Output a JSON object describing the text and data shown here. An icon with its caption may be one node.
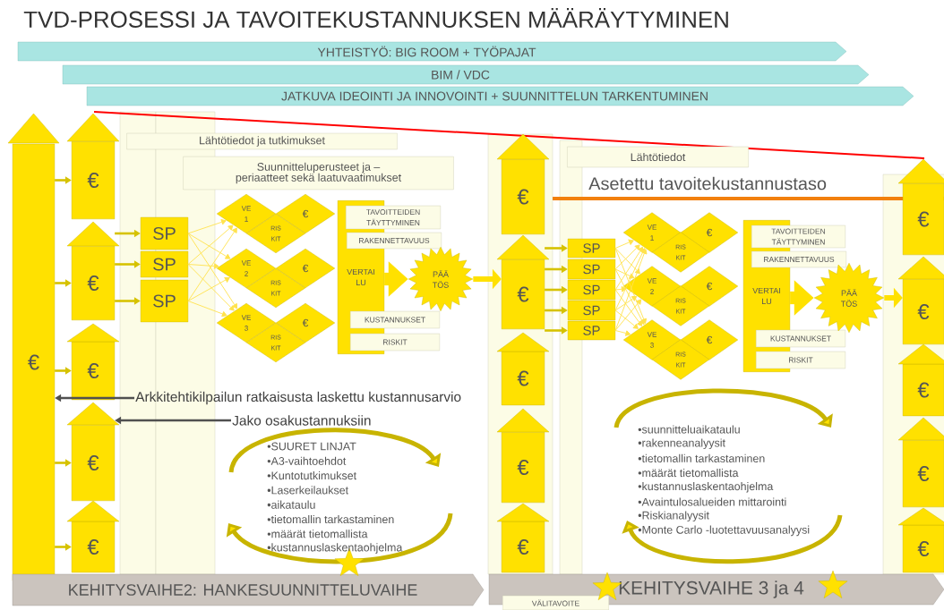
{
  "diagram": {
    "title": "TVD-PROSESSI JA TAVOITEKUSTANNUKSEN MÄÄRÄYTYMINEN",
    "nodes": [
      {
        "text": [
          "YHTEISTYÖ: BIG ROOM + TYÖPAJAT"
        ]
      },
      {
        "text": [
          "BIM / VDC"
        ]
      },
      {
        "text": [
          "JATKUVA IDEOINTI JA INNOVOINTI + SUUNNITTELUN TARKENTUMINEN"
        ]
      },
      {
        "text": [
          "€"
        ]
      },
      {
        "text": [
          "€"
        ]
      },
      {
        "text": [
          "€"
        ]
      },
      {
        "text": [
          "€"
        ]
      },
      {
        "text": [
          "€"
        ]
      },
      {
        "text": [
          "€"
        ]
      },
      {
        "text": [
          "Lähtötiedot ja tutkimukset"
        ]
      },
      {
        "text": [
          "Suunnitteluperusteet ja –periaatteet sekä laatuvaatimukset"
        ]
      },
      {
        "text": [
          "SP"
        ]
      },
      {
        "text": [
          "SP"
        ]
      },
      {
        "text": [
          "SP"
        ]
      },
      {
        "text": [
          "VE 1"
        ]
      },
      {
        "text": [
          "€"
        ]
      },
      {
        "text": [
          "RIS KIT"
        ]
      },
      {
        "text": [
          "VE 2"
        ]
      },
      {
        "text": [
          "€"
        ]
      },
      {
        "text": [
          "RIS KIT"
        ]
      },
      {
        "text": [
          "VE 3"
        ]
      },
      {
        "text": [
          "€"
        ]
      },
      {
        "text": [
          "RIS KIT"
        ]
      },
      {
        "text": [
          "VERTAI LU"
        ]
      },
      {
        "text": [
          "TAVOITTEIDEN TÄYTTYMINEN"
        ]
      },
      {
        "text": [
          "RAKENNETTAVUUS"
        ]
      },
      {
        "text": [
          "KUSTANNUKSET"
        ]
      },
      {
        "text": [
          "RISKIT"
        ]
      },
      {
        "text": [
          "PÄÄ TÖS"
        ]
      },
      {
        "text": [
          "Arkkitehtikilpailun ratkaisusta laskettu kustannusarvio"
        ]
      },
      {
        "text": [
          "Jako osakustannuksiin"
        ]
      },
      {
        "text": [
          "€"
        ]
      },
      {
        "text": [
          "€"
        ]
      },
      {
        "text": [
          "€"
        ]
      },
      {
        "text": [
          "€"
        ]
      },
      {
        "text": [
          "€"
        ]
      },
      {
        "text": [
          "Lähtötiedot"
        ]
      },
      {
        "text": [
          "SP"
        ]
      },
      {
        "text": [
          "SP"
        ]
      },
      {
        "text": [
          "SP"
        ]
      },
      {
        "text": [
          "SP"
        ]
      },
      {
        "text": [
          "SP"
        ]
      },
      {
        "text": [
          "VE 1"
        ]
      },
      {
        "text": [
          "€"
        ]
      },
      {
        "text": [
          "RIS KIT"
        ]
      },
      {
        "text": [
          "VE 2"
        ]
      },
      {
        "text": [
          "€"
        ]
      },
      {
        "text": [
          "RIS KIT"
        ]
      },
      {
        "text": [
          "VE 3"
        ]
      },
      {
        "text": [
          "€"
        ]
      },
      {
        "text": [
          "RIS KIT"
        ]
      },
      {
        "text": [
          "VERTAI LU"
        ]
      },
      {
        "text": [
          "TAVOITTEIDEN TÄYTTYMINEN"
        ]
      },
      {
        "text": [
          "RAKENNETTAVUUS"
        ]
      },
      {
        "text": [
          "KUSTANNUKSET"
        ]
      },
      {
        "text": [
          "RISKIT"
        ]
      },
      {
        "text": [
          "PÄÄ TÖS"
        ]
      },
      {
        "text": [
          "€"
        ]
      },
      {
        "text": [
          "€"
        ]
      },
      {
        "text": [
          "€"
        ]
      },
      {
        "text": [
          "€"
        ]
      },
      {
        "text": [
          "€"
        ]
      },
      {
        "text": [
          "KEHITYSVAIHE2: HANKESUUNNITTELUVAIHE"
        ]
      },
      {
        "text": [
          "KEHITYSVAIHE 3 ja 4"
        ]
      },
      {
        "text": [
          "VÄLITAVOITE"
        ]
      }
    ],
    "edges": [
      {
        "from": 3,
        "to": 4,
        "arrow": "to",
        "style": "thick",
        "color": "#d6c200"
      },
      {
        "from": 3,
        "to": 5,
        "arrow": "to",
        "style": "thick",
        "color": "#d6c200"
      },
      {
        "from": 3,
        "to": 6,
        "arrow": "to",
        "style": "thick",
        "color": "#d6c200"
      },
      {
        "from": 3,
        "to": 7,
        "arrow": "to",
        "style": "thick",
        "color": "#d6c200"
      },
      {
        "from": 3,
        "to": 8,
        "arrow": "to",
        "style": "thick",
        "color": "#d6c200"
      },
      {
        "from": 5,
        "to": 11,
        "arrow": "to",
        "style": "thick",
        "color": "#d6c200"
      },
      {
        "from": 5,
        "to": 12,
        "arrow": "to",
        "style": "thick",
        "color": "#d6c200"
      },
      {
        "from": 5,
        "to": 13,
        "arrow": "to",
        "style": "thick",
        "color": "#d6c200"
      },
      {
        "from": 11,
        "to": 14,
        "arrow": "to"
      },
      {
        "from": 11,
        "to": 17,
        "arrow": "to"
      },
      {
        "from": 11,
        "to": 20,
        "arrow": "to"
      },
      {
        "from": 12,
        "to": 14,
        "arrow": "to"
      },
      {
        "from": 12,
        "to": 17,
        "arrow": "to"
      },
      {
        "from": 12,
        "to": 20,
        "arrow": "to"
      },
      {
        "from": 13,
        "to": 14,
        "arrow": "to"
      },
      {
        "from": 13,
        "to": 17,
        "arrow": "to"
      },
      {
        "from": 13,
        "to": 20,
        "arrow": "to"
      },
      {
        "from": 23,
        "to": 28,
        "arrow": "to",
        "style": "thick",
        "color": "#ffe100"
      },
      {
        "from": 28,
        "to": 32,
        "arrow": "to",
        "style": "thick",
        "color": "#ffe100"
      },
      {
        "from": 29,
        "to": 3,
        "arrow": "to",
        "style": "thick",
        "color": "#505050"
      },
      {
        "from": 30,
        "to": 7,
        "arrow": "to",
        "style": "thick",
        "color": "#505050"
      },
      {
        "from": 32,
        "to": 37,
        "arrow": "to",
        "style": "thick",
        "color": "#d6c200"
      },
      {
        "from": 32,
        "to": 38,
        "arrow": "to",
        "style": "thick",
        "color": "#d6c200"
      },
      {
        "from": 32,
        "to": 39,
        "arrow": "to",
        "style": "thick",
        "color": "#d6c200"
      },
      {
        "from": 32,
        "to": 40,
        "arrow": "to",
        "style": "thick",
        "color": "#d6c200"
      },
      {
        "from": 32,
        "to": 41,
        "arrow": "to",
        "style": "thick",
        "color": "#d6c200"
      },
      {
        "from": 37,
        "to": 42,
        "arrow": "to"
      },
      {
        "from": 37,
        "to": 45,
        "arrow": "to"
      },
      {
        "from": 37,
        "to": 48,
        "arrow": "to"
      },
      {
        "from": 38,
        "to": 42,
        "arrow": "to"
      },
      {
        "from": 38,
        "to": 45,
        "arrow": "to"
      },
      {
        "from": 38,
        "to": 48,
        "arrow": "to"
      },
      {
        "from": 39,
        "to": 42,
        "arrow": "to"
      },
      {
        "from": 39,
        "to": 45,
        "arrow": "to"
      },
      {
        "from": 39,
        "to": 48,
        "arrow": "to"
      },
      {
        "from": 40,
        "to": 42,
        "arrow": "to"
      },
      {
        "from": 40,
        "to": 45,
        "arrow": "to"
      },
      {
        "from": 40,
        "to": 48,
        "arrow": "to"
      },
      {
        "from": 41,
        "to": 42,
        "arrow": "to"
      },
      {
        "from": 41,
        "to": 45,
        "arrow": "to"
      },
      {
        "from": 41,
        "to": 48,
        "arrow": "to"
      },
      {
        "from": 51,
        "to": 56,
        "arrow": "to",
        "style": "thick",
        "color": "#ffe100"
      },
      {
        "from": 56,
        "to": 58,
        "arrow": "to",
        "style": "thick",
        "color": "#ffe100"
      }
    ],
    "labels": [
      "Asetettu tavoitekustannustaso",
      "•SUURET LINJAT",
      "•A3-vaihtoehdot",
      "•Kuntotutkimukset",
      "•Laserkeilaukset",
      "•aikataulu",
      "•tietomallin tarkastaminen",
      "•määrät tietomallista",
      "•kustannuslaskentaohjelma",
      "•suunnitteluaikataulu",
      "•rakenneanalyysit",
      "•tietomallin tarkastaminen",
      "•määrät tietomallista",
      "•kustannuslaskentaohjelma",
      "•Avaintulosalueiden mittarointi",
      "•Riskianalyysit",
      "•Monte Carlo -luotettavuusanalyysi"
    ]
  }
}
